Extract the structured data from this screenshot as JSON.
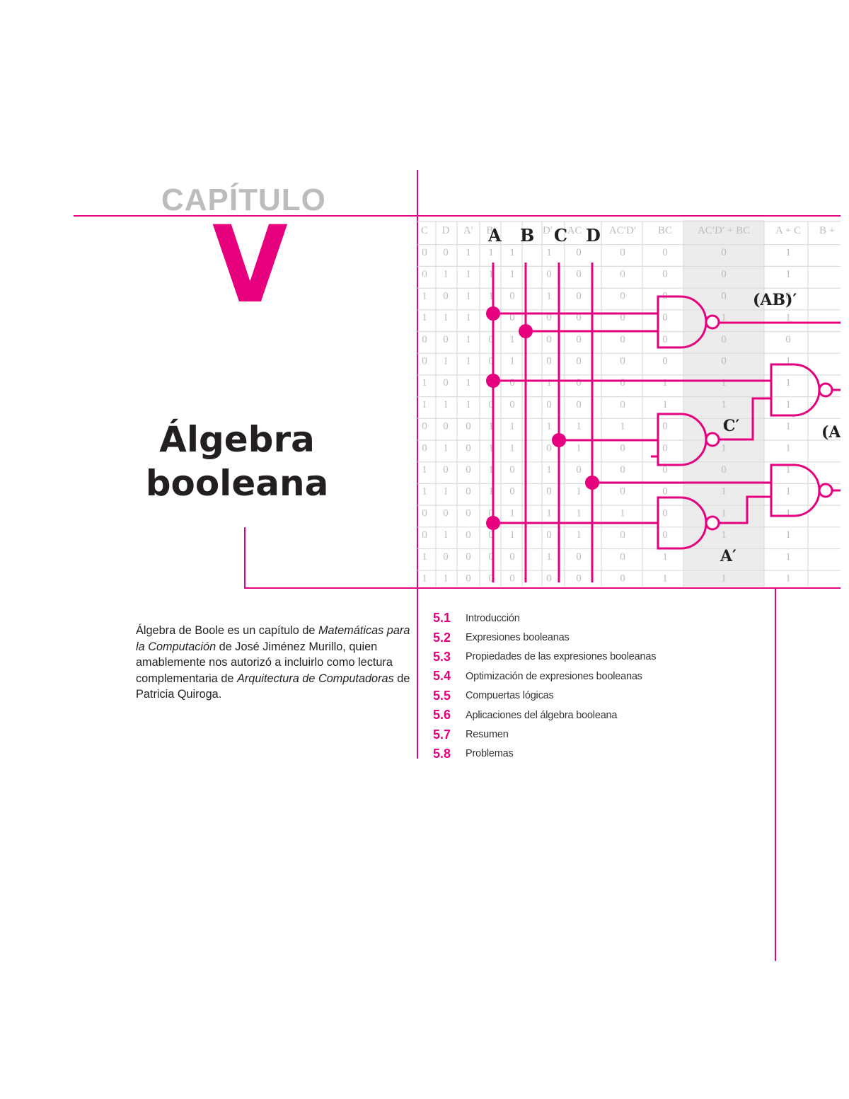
{
  "chapter": {
    "label": "CAPÍTULO",
    "number": "V",
    "title_line1": "Álgebra",
    "title_line2": "booleana"
  },
  "intro": {
    "t1": "Álgebra de Boole es un capítulo de ",
    "t2": "Matemáticas para la Computación",
    "t3": " de José Jiménez Murillo, quien amablemente nos autorizó a incluirlo como lectura complementaria de ",
    "t4": "Arquitectura de Computadoras",
    "t5": " de Patricia Quiroga."
  },
  "toc": [
    {
      "num": "5.1",
      "label": "Introducción"
    },
    {
      "num": "5.2",
      "label": "Expresiones booleanas"
    },
    {
      "num": "5.3",
      "label": "Propiedades de las expresiones booleanas"
    },
    {
      "num": "5.4",
      "label": "Optimización de expresiones booleanas"
    },
    {
      "num": "5.5",
      "label": "Compuertas lógicas"
    },
    {
      "num": "5.6",
      "label": "Aplicaciones del álgebra booleana"
    },
    {
      "num": "5.7",
      "label": "Resumen"
    },
    {
      "num": "5.8",
      "label": "Problemas"
    }
  ],
  "figure": {
    "table_headers": [
      "C",
      "D",
      "A′",
      "B′",
      "D′",
      "AC",
      "AC′D′",
      "BC",
      "AC′D′ + BC",
      "A + C",
      "B +"
    ],
    "table_rows": [
      [
        "0",
        "0",
        "1",
        "1",
        "1",
        "1",
        "0",
        "0",
        "0",
        "0",
        "1"
      ],
      [
        "0",
        "1",
        "1",
        "1",
        "1",
        "0",
        "0",
        "0",
        "0",
        "0",
        "1"
      ],
      [
        "1",
        "0",
        "1",
        "1",
        "0",
        "1",
        "0",
        "0",
        "0",
        "0",
        "0"
      ],
      [
        "1",
        "1",
        "1",
        "1",
        "0",
        "0",
        "0",
        "0",
        "0",
        "1",
        "1"
      ],
      [
        "0",
        "0",
        "1",
        "0",
        "1",
        "0",
        "0",
        "0",
        "0",
        "0",
        "0"
      ],
      [
        "0",
        "1",
        "1",
        "0",
        "1",
        "0",
        "0",
        "0",
        "0",
        "0",
        "1"
      ],
      [
        "1",
        "0",
        "1",
        "0",
        "0",
        "1",
        "0",
        "0",
        "1",
        "1",
        "1"
      ],
      [
        "1",
        "1",
        "1",
        "0",
        "0",
        "0",
        "0",
        "0",
        "1",
        "1",
        "1"
      ],
      [
        "0",
        "0",
        "0",
        "1",
        "1",
        "1",
        "1",
        "1",
        "0",
        "1",
        "1"
      ],
      [
        "0",
        "1",
        "0",
        "1",
        "1",
        "0",
        "1",
        "0",
        "0",
        "1",
        "1"
      ],
      [
        "1",
        "0",
        "0",
        "1",
        "0",
        "1",
        "0",
        "0",
        "0",
        "0",
        "1"
      ],
      [
        "1",
        "1",
        "0",
        "1",
        "0",
        "0",
        "1",
        "0",
        "0",
        "1",
        "1"
      ],
      [
        "0",
        "0",
        "0",
        "0",
        "1",
        "1",
        "1",
        "1",
        "0",
        "1",
        "1"
      ],
      [
        "0",
        "1",
        "0",
        "0",
        "1",
        "0",
        "1",
        "0",
        "0",
        "1",
        "1"
      ],
      [
        "1",
        "0",
        "0",
        "0",
        "0",
        "1",
        "0",
        "0",
        "1",
        "1",
        "1"
      ],
      [
        "1",
        "1",
        "0",
        "0",
        "0",
        "0",
        "0",
        "0",
        "1",
        "1",
        "1"
      ]
    ],
    "input_labels": [
      "A",
      "B",
      "C",
      "D"
    ],
    "gate_labels": {
      "ab": "(AB)′",
      "c": "C′",
      "a": "A′",
      "cut": "(A"
    }
  },
  "colors": {
    "accent": "#e6007e",
    "chapter_label": "#bcbcbc",
    "table_text": "#bdbdbd"
  }
}
